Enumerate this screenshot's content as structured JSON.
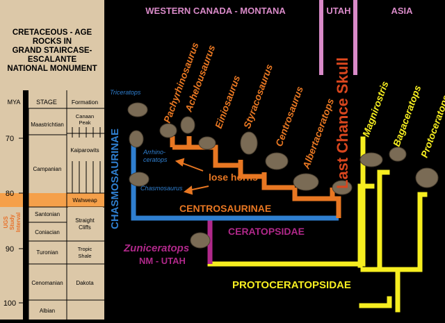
{
  "left_panel": {
    "title_lines": [
      "CRETACEOUS - AGE",
      "ROCKS IN",
      "GRAND STAIRCASE-",
      "ESCALANTE",
      "NATIONAL MONUMENT"
    ],
    "col_headers": {
      "mya": "MYA",
      "stage": "STAGE",
      "formation": "Formation"
    },
    "mya_ticks": [
      "70",
      "80",
      "90",
      "100"
    ],
    "stages": [
      "Maastrichtian",
      "Campanian",
      "Santonian",
      "Coniacian",
      "Turonian",
      "Cenomanian",
      "Albian"
    ],
    "formations": {
      "canaan_peak": [
        "Canaan",
        "Peak"
      ],
      "kaiparowits": "Kaiparowits",
      "wahweap": "Wahweap",
      "straight_cliffs": [
        "Straight",
        "Cliffs"
      ],
      "tropic_shale": [
        "Tropic",
        "Shale"
      ],
      "dakota": "Dakota"
    },
    "ugs_label": [
      "UGS",
      "Study",
      "Interval"
    ],
    "colors": {
      "panel": "#dcc8a8",
      "band": "#f5a04a",
      "ugs": "#e8712a"
    }
  },
  "regions": {
    "west": "WESTERN CANADA - MONTANA",
    "utah": "UTAH",
    "asia": "ASIA"
  },
  "taxa": {
    "pachyrhinosaurus": "Pachyrhinosaurus",
    "achelousaurus": "Achelousaurus",
    "einiosaurus": "Einiosaurus",
    "styracosaurus": "Styracosaurus",
    "centrosaurus": "Centrosaurus",
    "albertaceratops": "Albertaceratops",
    "last_chance": "Last Chance Skull",
    "magnirostris": "Magnirostris",
    "bagaceratops": "Bagaceratops",
    "protoceratops": "Protoceratops",
    "triceratops": "Triceratops",
    "arrhinoceratops": [
      "Arrhino-",
      "ceratops"
    ],
    "chasmosaurus": "Chasmosaurus",
    "zuniceratops": "Zuniceratops",
    "zuniceratops_loc": "NM - UTAH"
  },
  "clades": {
    "chasmosaurinae": "CHASMOSAURINAE",
    "centrosaurinae": "CENTROSAURINAE",
    "ceratopsidae": "CERATOPSIDAE",
    "protoceratopsidae": "PROTOCERATOPSIDAE"
  },
  "annotation": "lose horns",
  "colors": {
    "orange": "#e87722",
    "blue": "#2f7fd0",
    "yellow": "#f6ee20",
    "magenta": "#b0288a",
    "pink": "#d98ac8",
    "red": "#d9461e"
  }
}
